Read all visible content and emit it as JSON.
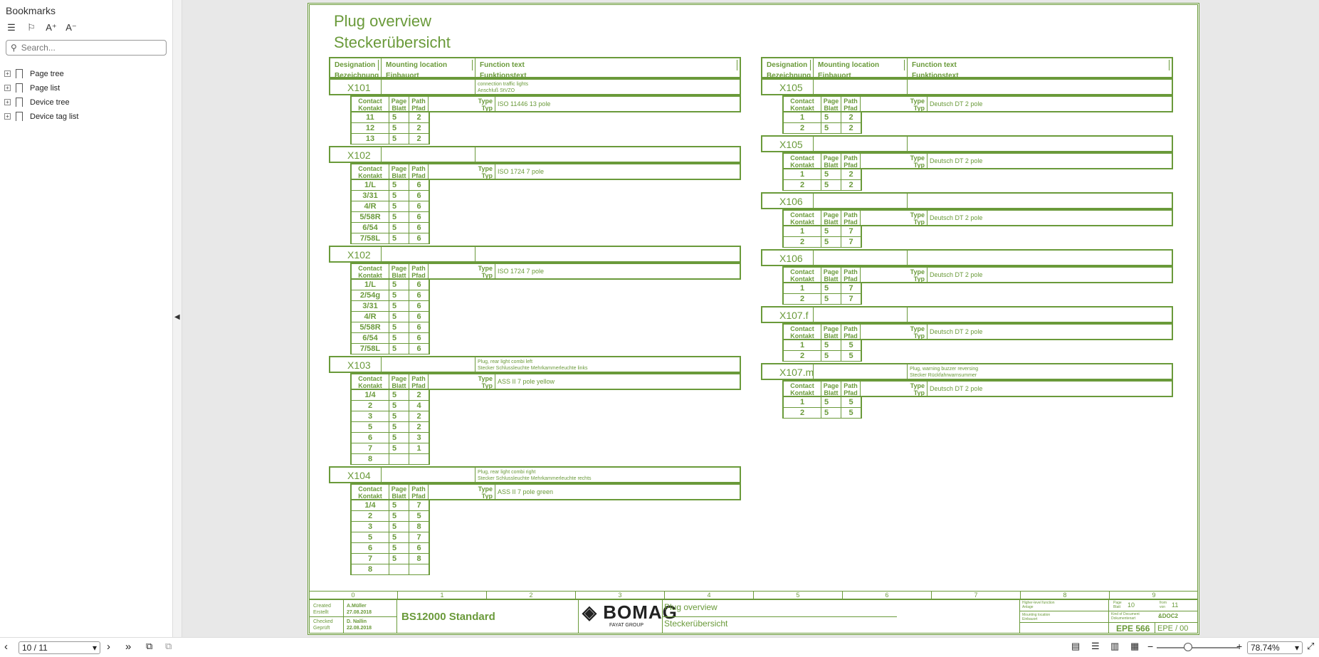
{
  "sidebar": {
    "title": "Bookmarks",
    "search_placeholder": "Search...",
    "items": [
      {
        "label": "Page tree"
      },
      {
        "label": "Page list"
      },
      {
        "label": "Device tree"
      },
      {
        "label": "Device tag list"
      }
    ]
  },
  "doc": {
    "title1": "Plug overview",
    "title2": "Steckerübersicht",
    "hdr": {
      "des1": "Designation",
      "des2": "Bezeichnung",
      "mnt1": "Mounting location",
      "mnt2": "Einbauort",
      "fn1": "Function text",
      "fn2": "Funktionstext",
      "contact1": "Contact",
      "contact2": "Kontakt",
      "page1": "Page",
      "page2": "Blatt",
      "path1": "Path",
      "path2": "Pfad",
      "type1": "Type",
      "type2": "Typ"
    },
    "left": [
      {
        "name": "X101",
        "fn1": "connection traffic lights",
        "fn2": "Anschluß StVZO",
        "type": "ISO 11446 13 pole",
        "rows": [
          [
            "11",
            "5",
            "2"
          ],
          [
            "12",
            "5",
            "2"
          ],
          [
            "13",
            "5",
            "2"
          ]
        ]
      },
      {
        "name": "X102",
        "fn1": "",
        "fn2": "",
        "type": "ISO 1724 7 pole",
        "rows": [
          [
            "1/L",
            "5",
            "6"
          ],
          [
            "3/31",
            "5",
            "6"
          ],
          [
            "4/R",
            "5",
            "6"
          ],
          [
            "5/58R",
            "5",
            "6"
          ],
          [
            "6/54",
            "5",
            "6"
          ],
          [
            "7/58L",
            "5",
            "6"
          ]
        ]
      },
      {
        "name": "X102",
        "fn1": "",
        "fn2": "",
        "type": "ISO 1724 7 pole",
        "rows": [
          [
            "1/L",
            "5",
            "6"
          ],
          [
            "2/54g",
            "5",
            "6"
          ],
          [
            "3/31",
            "5",
            "6"
          ],
          [
            "4/R",
            "5",
            "6"
          ],
          [
            "5/58R",
            "5",
            "6"
          ],
          [
            "6/54",
            "5",
            "6"
          ],
          [
            "7/58L",
            "5",
            "6"
          ]
        ]
      },
      {
        "name": "X103",
        "fn1": "Plug, rear light combi left",
        "fn2": "Stecker Schlussleuchte Mehrkammerleuchte links",
        "type": "ASS II 7 pole yellow",
        "rows": [
          [
            "1/4",
            "5",
            "2"
          ],
          [
            "2",
            "5",
            "4"
          ],
          [
            "3",
            "5",
            "2"
          ],
          [
            "5",
            "5",
            "2"
          ],
          [
            "6",
            "5",
            "3"
          ],
          [
            "7",
            "5",
            "1"
          ],
          [
            "8",
            "",
            ""
          ]
        ]
      },
      {
        "name": "X104",
        "fn1": "Plug, rear light combi right",
        "fn2": "Stecker Schlussleuchte Mehrkammerleuchte rechts",
        "type": "ASS II 7 pole green",
        "rows": [
          [
            "1/4",
            "5",
            "7"
          ],
          [
            "2",
            "5",
            "5"
          ],
          [
            "3",
            "5",
            "8"
          ],
          [
            "5",
            "5",
            "7"
          ],
          [
            "6",
            "5",
            "6"
          ],
          [
            "7",
            "5",
            "8"
          ],
          [
            "8",
            "",
            ""
          ]
        ]
      }
    ],
    "right": [
      {
        "name": "X105",
        "fn1": "",
        "fn2": "",
        "type": "Deutsch DT 2 pole",
        "rows": [
          [
            "1",
            "5",
            "2"
          ],
          [
            "2",
            "5",
            "2"
          ]
        ]
      },
      {
        "name": "X105",
        "fn1": "",
        "fn2": "",
        "type": "Deutsch DT 2 pole",
        "rows": [
          [
            "1",
            "5",
            "2"
          ],
          [
            "2",
            "5",
            "2"
          ]
        ]
      },
      {
        "name": "X106",
        "fn1": "",
        "fn2": "",
        "type": "Deutsch DT 2 pole",
        "rows": [
          [
            "1",
            "5",
            "7"
          ],
          [
            "2",
            "5",
            "7"
          ]
        ]
      },
      {
        "name": "X106",
        "fn1": "",
        "fn2": "",
        "type": "Deutsch DT 2 pole",
        "rows": [
          [
            "1",
            "5",
            "7"
          ],
          [
            "2",
            "5",
            "7"
          ]
        ]
      },
      {
        "name": "X107.f",
        "fn1": "",
        "fn2": "",
        "type": "Deutsch DT 2 pole",
        "rows": [
          [
            "1",
            "5",
            "5"
          ],
          [
            "2",
            "5",
            "5"
          ]
        ]
      },
      {
        "name": "X107.m",
        "fn1": "Plug, warning buzzer reversing",
        "fn2": "Stecker Rückfahrwarnsummer",
        "type": "Deutsch DT 2 pole",
        "rows": [
          [
            "1",
            "5",
            "5"
          ],
          [
            "2",
            "5",
            "5"
          ]
        ]
      }
    ],
    "titleblock": {
      "cols": [
        "0",
        "1",
        "2",
        "3",
        "4",
        "5",
        "6",
        "7",
        "8",
        "9"
      ],
      "created_lbl1": "Created",
      "created_lbl2": "Erstellt",
      "created_by": "A.Müller",
      "created_date": "27.08.2018",
      "checked_lbl1": "Checked",
      "checked_lbl2": "Geprüft",
      "checked_by": "D. Nallin",
      "checked_date": "22.08.2018",
      "project": "BS12000 Standard",
      "logo": "BOMAG",
      "logo_sub": "FAYAT GROUP",
      "desc1": "Plug overview",
      "desc2": "Steckerübersicht",
      "hl1": "Higher-level function",
      "hl2": "Anlage",
      "ml1": "Mounting location",
      "ml2": "Einbauort",
      "page_lbl1": "Page",
      "page_lbl2": "Blatt",
      "page_val": "10",
      "from_lbl1": "from",
      "from_lbl2": "von",
      "from_val": "11",
      "kind1": "Kind of Document",
      "kind2": "Dokumentenart",
      "kind_val": "&DOC2",
      "doc_no": "EPE 566",
      "doc_rev": "EPE / 00"
    }
  },
  "status": {
    "page_value": "10 / 11",
    "zoom_value": "78.74%"
  }
}
